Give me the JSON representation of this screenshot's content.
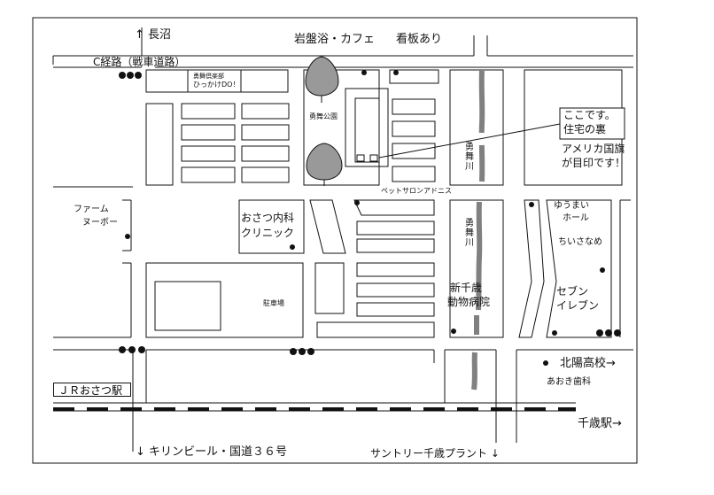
{
  "roads": {
    "c_keiro": "C経路（戦車道路）"
  },
  "directions": {
    "naganuma": "↑ 長沼",
    "kirin": "↓ キリンビール・国道３６号",
    "suntory": "サントリー千歳プラント ↓",
    "chitose_station": "千歳駅→",
    "hokuyo_school": "北陽高校→"
  },
  "stations": {
    "jr_osatsu": "ＪＲおさつ駅"
  },
  "rivers": {
    "yubetsu_north": "勇舞川",
    "yubetsu_south": "勇舞川"
  },
  "park": {
    "name": "勇舞公園"
  },
  "landmarks": {
    "ganbanyoku": "岩盤浴・カフェ",
    "kanban": "看板あり",
    "house_club_line1": "勇舞倶楽部",
    "house_club_line2": "ひっかけDO！",
    "farm_line1": "ファーム",
    "farm_line2": "ヌーボー",
    "clinic_line1": "おさつ内科",
    "clinic_line2": "クリニック",
    "pet_salon": "ペットサロンアドニス",
    "parking": "駐車場",
    "animal_hospital_line1": "新千歳",
    "animal_hospital_line2": "動物病院",
    "yuumai_hall_line1": "ゆうまい",
    "yuumai_hall_line2": "ホール",
    "chiisanaame": "ちいさなめ",
    "seven_line1": "セブン",
    "seven_line2": "イレブン",
    "aoki_dental": "あおき歯科"
  },
  "callout": {
    "line1": "ここです。",
    "line2": "住宅の裏",
    "note_line1": "アメリカ国旗",
    "note_line2": "が目印です！"
  },
  "colors": {
    "ink": "#111111",
    "river": "#808080",
    "tree": "#999999",
    "background": "#ffffff"
  }
}
